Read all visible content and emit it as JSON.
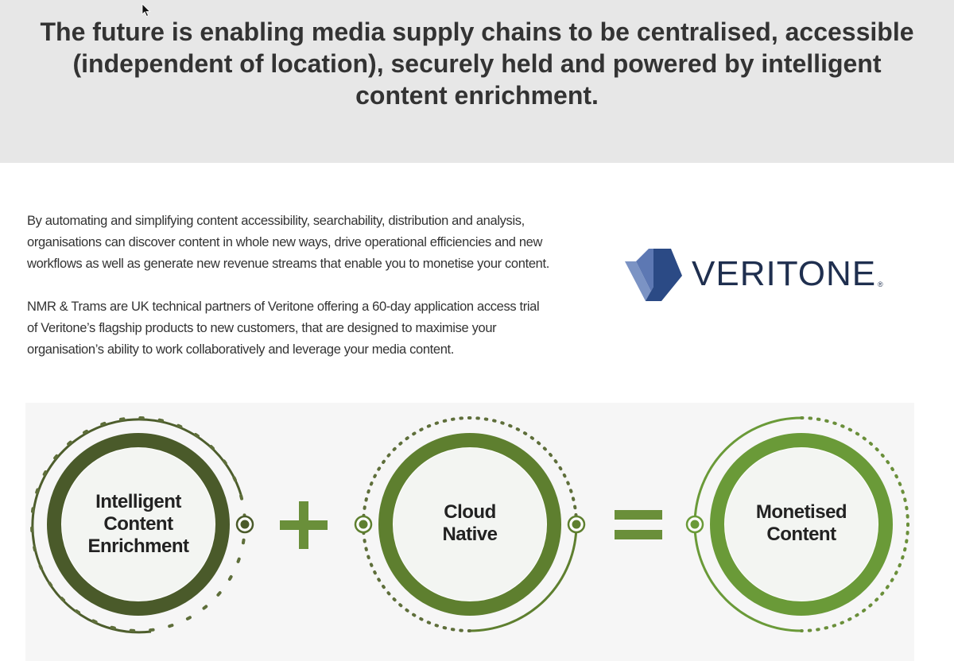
{
  "hero": {
    "title": "The future is enabling media supply chains to be centralised, accessible (independent of location), securely held and powered by intelligent content enrichment."
  },
  "intro": {
    "paragraphs": [
      "By automating and simplifying content accessibility, searchability, distribution and analysis, organisations can discover content in whole new ways, drive operational efficiencies and new workflows as well as generate new revenue streams that enable you to monetise your content.",
      "NMR & Trams are UK technical partners of Veritone offering a 60-day application access trial of Veritone’s flagship products to new customers, that are designed to maximise your organisation’s ability to work collaboratively and leverage your media content."
    ]
  },
  "logo": {
    "text": "VERITONE",
    "registered": "®",
    "colors": {
      "text": "#1f2f4f",
      "mark_light": "#7b93c4",
      "mark_dark": "#2b4a85"
    }
  },
  "diagram": {
    "circles": [
      {
        "label_lines": [
          "Intelligent",
          "Content",
          "Enrichment"
        ],
        "ring_color": "#4a5a2a"
      },
      {
        "label_lines": [
          "Cloud",
          "Native"
        ],
        "ring_color": "#5e7f2f"
      },
      {
        "label_lines": [
          "Monetised",
          "Content"
        ],
        "ring_color": "#6a9a38"
      }
    ],
    "operators": {
      "plus": "+",
      "equals": "="
    },
    "colors": {
      "accent": "#6a8f3a",
      "dots": "#5e6e3a"
    }
  },
  "icons": {
    "cursor": "mouse-pointer-icon",
    "logo_mark": "veritone-v-mark-icon"
  }
}
